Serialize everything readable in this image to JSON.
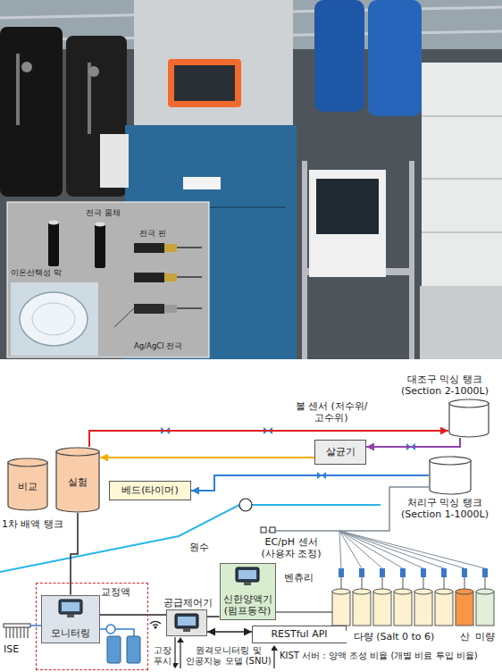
{
  "diagram": {
    "nodes": [
      {
        "text": [
          "대조구 믹싱 탱크 (Section 2-1000L)"
        ]
      },
      {
        "text": [
          "살균기"
        ]
      },
      {
        "text": [
          "처리구 믹싱 탱크 (Section 1-1000L)"
        ]
      },
      {
        "text": [
          "비교"
        ]
      },
      {
        "text": [
          "실험"
        ]
      },
      {
        "text": [
          "베드(타이머)"
        ]
      },
      {
        "text": [
          "교정액"
        ]
      },
      {
        "text": [
          "모니터링"
        ],
        "in": 6
      },
      {
        "text": [
          "공급제어기"
        ]
      },
      {
        "text": [
          "신한양액기 (펌프동작)"
        ]
      },
      {
        "text": [
          "RESTful API"
        ]
      }
    ],
    "edges": [
      {
        "from": 4,
        "to": 0,
        "arrow": "to"
      },
      {
        "from": 1,
        "to": 4,
        "arrow": "to"
      },
      {
        "from": 0,
        "to": 1,
        "arrow": "to"
      },
      {
        "from": 2,
        "to": 5,
        "arrow": "to"
      },
      {
        "from": 4,
        "to": 7,
        "arrow": "none"
      },
      {
        "from": 7,
        "to": 8,
        "arrow": "none"
      },
      {
        "from": 8,
        "to": 9,
        "arrow": "none"
      },
      {
        "from": 8,
        "to": 10,
        "arrow": "both"
      }
    ],
    "labels": [
      "이온선택성 막",
      "전극 몸체",
      "전극 핀",
      "Ag/AgCl 전극",
      "볼 센서 (저수위/고수위)",
      "1차 배액 탱크",
      "원수",
      "EC/pH 센서 (사용자 조정)",
      "벤츄리",
      "다량 (Salt 0 to 6)",
      "산",
      "미량",
      "ISE",
      "고장 푸시",
      "원격모니터링 및 인공지능 모델 (SNU)",
      "KIST 서버 : 양액 조성 비율 (개별 비료 투입 비율)"
    ]
  }
}
